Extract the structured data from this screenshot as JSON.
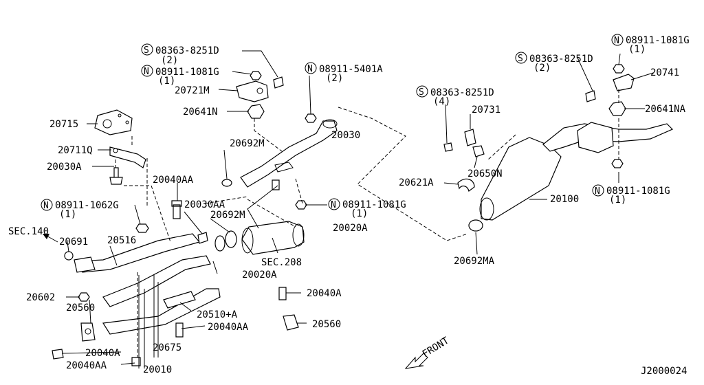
{
  "labels": {
    "s_08363_8251D_a": "08363-8251D",
    "q_2_a": "(2)",
    "n_08911_1081G_a": "08911-1081G",
    "q_1_a": "(1)",
    "p_20721M": "20721M",
    "p_20641N": "20641N",
    "n_08911_5401A": "08911-5401A",
    "q_2_b": "(2)",
    "p_20030": "20030",
    "p_20715": "20715",
    "p_20711Q": "20711Q",
    "p_20030A": "20030A",
    "p_20692M_a": "20692M",
    "p_20040AA_a": "20040AA",
    "n_08911_1062G": "08911-1062G",
    "q_1_b": "(1)",
    "p_20030AA": "20030AA",
    "p_20692M_b": "20692M",
    "n_08911_1081G_b": "08911-1081G",
    "q_1_c": "(1)",
    "p_20020A_a": "20020A",
    "sec140": "SEC.140",
    "p_20691": "20691",
    "p_20516": "20516",
    "sec208": "SEC.208",
    "p_20020A_b": "20020A",
    "p_20602": "20602",
    "p_20560_a": "20560",
    "p_20040A_a": "20040A",
    "p_20510A": "20510+A",
    "p_20040AA_b": "20040AA",
    "p_20560_b": "20560",
    "p_20675": "20675",
    "p_20040A_b": "20040A",
    "p_20040AA_c": "20040AA",
    "p_20010": "20010",
    "n_08911_1081G_c": "08911-1081G",
    "q_1_d": "(1)",
    "s_08363_8251D_b": "08363-8251D",
    "q_2_c": "(2)",
    "p_20741": "20741",
    "s_08363_8251D_c": "08363-8251D",
    "q_4": "(4)",
    "p_20731": "20731",
    "p_20641NA": "20641NA",
    "p_20650N": "20650N",
    "p_20621A": "20621A",
    "p_20100": "20100",
    "n_08911_1081G_d": "08911-1081G",
    "q_1_e": "(1)",
    "p_20692MA": "20692MA",
    "front": "FRONT",
    "diagram_id": "J2000024",
    "s_mark": "S",
    "n_mark": "N"
  }
}
